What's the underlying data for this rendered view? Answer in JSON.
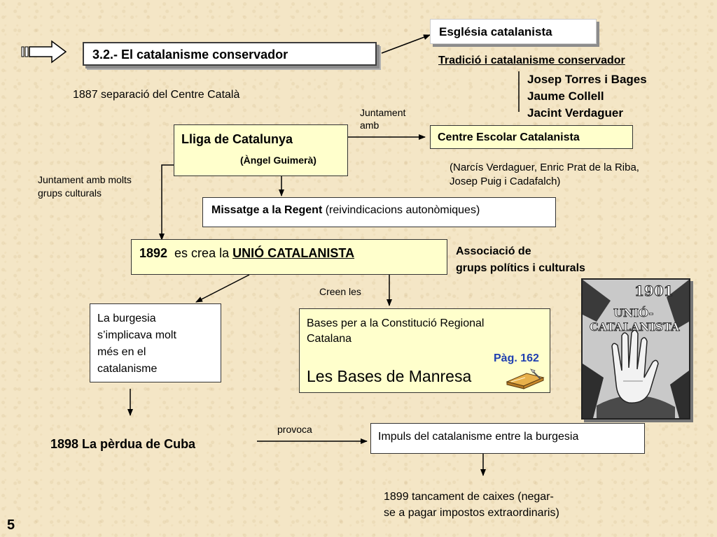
{
  "slide": {
    "title": "3.2.- El catalanisme conservador",
    "page_number": "5"
  },
  "esglesia": {
    "title": "Església catalanista",
    "subtitle": "Tradició i catalanisme conservador",
    "names": [
      "Josep Torres i Bages",
      "Jaume Collell",
      "Jacint Verdaguer"
    ]
  },
  "separacio": "1887  separació del Centre Català",
  "lliga": {
    "title": "Lliga de Catalunya",
    "author": "(Àngel Guimerà)"
  },
  "juntament_amb": [
    "Juntament",
    "amb"
  ],
  "centre_escolar": {
    "title": "Centre Escolar Catalanista",
    "members": [
      "(Narcís Verdaguer, Enric Prat de la Riba,",
      "Josep Puig i Cadafalch)"
    ]
  },
  "juntament_grups": [
    "Juntament amb molts",
    "grups culturals"
  ],
  "missatge": {
    "bold": "Missatge a la Regent",
    "rest": " (reivindicacions autonòmiques)"
  },
  "unio": {
    "year": "1892",
    "middle": "  es crea la ",
    "name": "UNIÓ CATALANISTA"
  },
  "associacio": [
    "Associació de",
    "grups polítics i culturals"
  ],
  "creen_les": "Creen les",
  "burgesia": [
    "La burgesia",
    "s’implicava molt",
    "més en el",
    "catalanisme"
  ],
  "bases": {
    "line1": "Bases per a la Constitució Regional",
    "line2": "Catalana",
    "page_ref": "Pàg. 162",
    "title": "Les Bases de Manresa"
  },
  "cuba": "1898  La pèrdua de Cuba",
  "provoca": "provoca",
  "impuls": "Impuls del catalanisme entre la burgesia",
  "tancament": [
    "1899   tancament de caixes (negar-",
    "se a pagar impostos  extraordinaris)"
  ],
  "poster": {
    "year": "1901",
    "text": [
      "UNIÓ-",
      "CATALANISTA"
    ]
  },
  "colors": {
    "background": "#f4e6c6",
    "cream_box": "#ffffcc",
    "page_ref_blue": "#1f3fb0",
    "title_box_border": "#3c3c3c"
  }
}
